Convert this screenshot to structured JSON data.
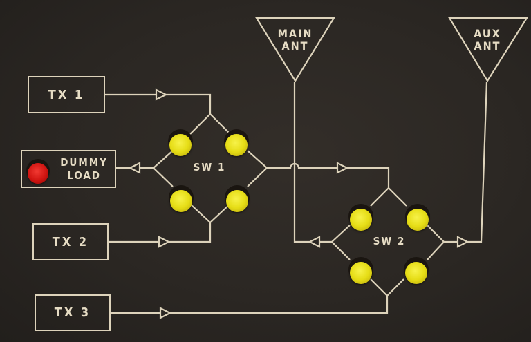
{
  "panel": {
    "sources": [
      {
        "id": "tx1",
        "label": "TX 1"
      },
      {
        "id": "tx2",
        "label": "TX 2"
      },
      {
        "id": "tx3",
        "label": "TX 3"
      }
    ],
    "dummy_load": {
      "label_line1": "DUMMY",
      "label_line2": "LOAD",
      "indicator_color": "#d01410"
    },
    "switches": [
      {
        "id": "sw1",
        "label": "SW 1",
        "button_color": "#e6dd16"
      },
      {
        "id": "sw2",
        "label": "SW 2",
        "button_color": "#e6dd16"
      }
    ],
    "antennas": [
      {
        "id": "main",
        "line1": "MAIN",
        "line2": "ANT"
      },
      {
        "id": "aux",
        "line1": "AUX",
        "line2": "ANT"
      }
    ],
    "colors": {
      "background": "#2b2723",
      "line": "#ddd3bb",
      "text": "#e6dcc4"
    }
  }
}
